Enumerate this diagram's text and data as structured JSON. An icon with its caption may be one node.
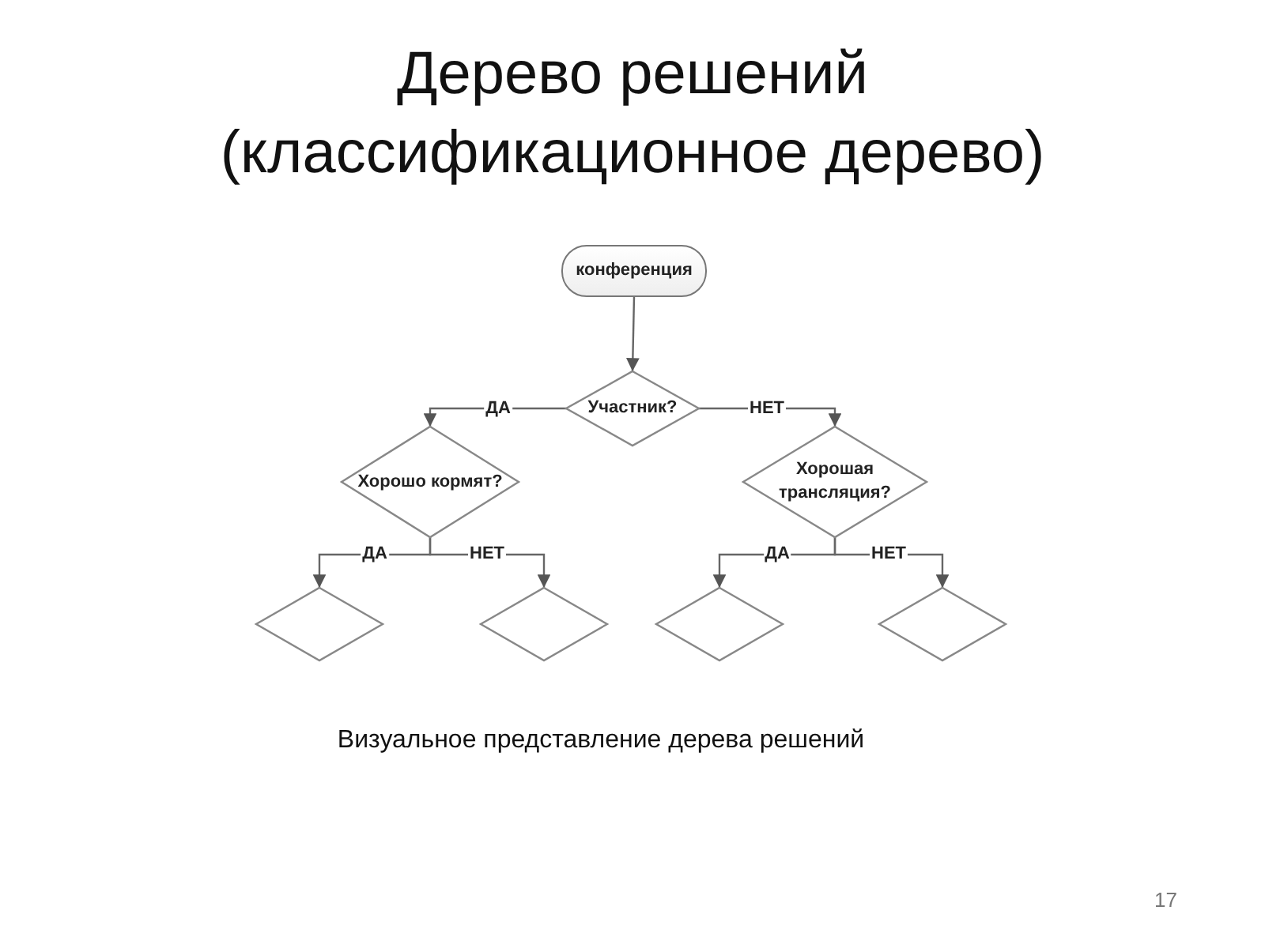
{
  "diagram": {
    "title": "Дерево решений (классификационное дерево)",
    "caption": "Визуальное представление дерева решений",
    "nodes": [
      {
        "text": [
          "конференция"
        ]
      },
      {
        "text": [
          "Участник?"
        ]
      },
      {
        "text": [
          "Хорошо кормят?"
        ]
      },
      {
        "text": [
          "Хорошая трансляция?"
        ]
      },
      {
        "text": [],
        "shape": "diamond"
      },
      {
        "text": [],
        "shape": "diamond"
      },
      {
        "text": [],
        "shape": "diamond"
      },
      {
        "text": [],
        "shape": "diamond"
      }
    ],
    "edges": [
      {
        "from": 0,
        "to": 1,
        "arrow": "to"
      },
      {
        "from": 1,
        "to": 2,
        "arrow": "to",
        "label": "ДА"
      },
      {
        "from": 1,
        "to": 3,
        "arrow": "to",
        "label": "НЕТ"
      },
      {
        "from": 2,
        "to": 4,
        "arrow": "to",
        "label": "ДА"
      },
      {
        "from": 2,
        "to": 5,
        "arrow": "to",
        "label": "НЕТ"
      },
      {
        "from": 3,
        "to": 6,
        "arrow": "to",
        "label": "ДА"
      },
      {
        "from": 3,
        "to": 7,
        "arrow": "to",
        "label": "НЕТ"
      }
    ],
    "labels": [
      "17"
    ]
  }
}
